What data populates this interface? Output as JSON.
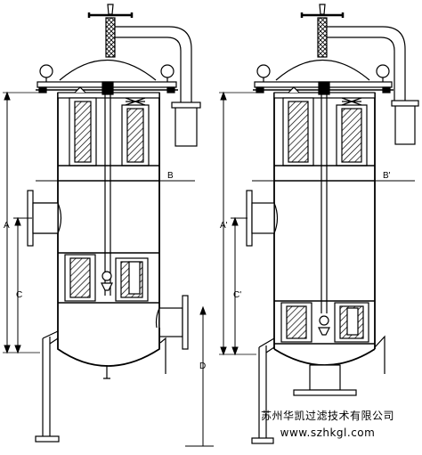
{
  "left_vessel": {
    "dim_A": "A",
    "dim_B": "B",
    "dim_C": "C",
    "dim_D": "D"
  },
  "right_vessel": {
    "dim_A": "A'",
    "dim_B": "B'",
    "dim_C": "C'"
  },
  "caption": {
    "company": "苏州华凯过滤技术有限公司",
    "website": "www.szhkgl.com"
  }
}
